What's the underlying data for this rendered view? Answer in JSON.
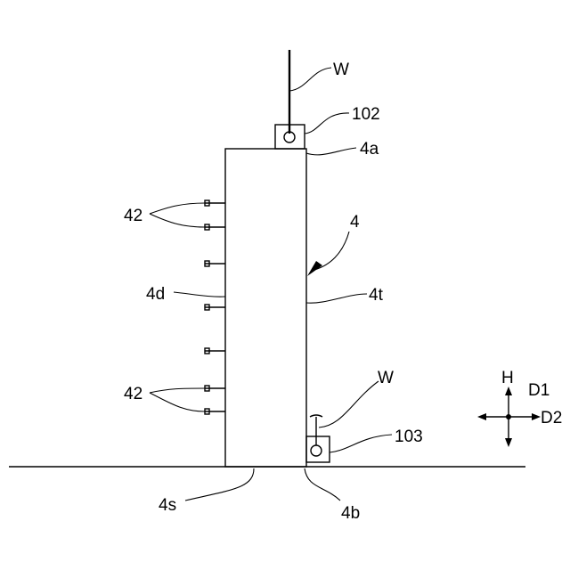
{
  "figure": {
    "labels": {
      "wire_top": "W",
      "block_top": "102",
      "top_edge": "4a",
      "member": "4",
      "side_face_front": "4t",
      "side_face_back": "4d",
      "fasteners_upper": "42",
      "fasteners_lower": "42",
      "wire_bottom": "W",
      "block_bottom": "103",
      "bottom_face": "4s",
      "bottom_edge": "4b"
    },
    "directions": {
      "vertical": "H",
      "first": "D1",
      "second": "D2"
    }
  }
}
